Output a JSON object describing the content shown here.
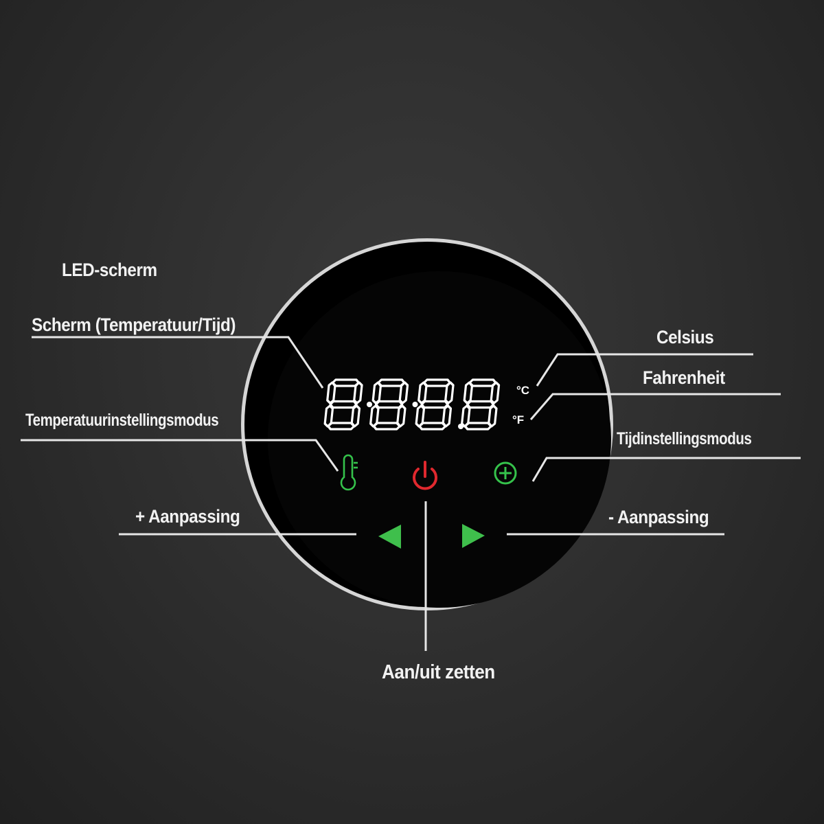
{
  "labels": {
    "led_screen": "LED-scherm",
    "screen": "Scherm (Temperatuur/Tijd)",
    "temp_mode": "Temperatuurinstellingsmodus",
    "plus_adjust": "+ Aanpassing",
    "celsius": "Celsius",
    "fahrenheit": "Fahrenheit",
    "time_mode": "Tijdinstellingsmodus",
    "minus_adjust": "- Aanpassing",
    "power": "Aan/uit zetten"
  },
  "display": {
    "digits": "8888",
    "unit_c": "°C",
    "unit_f": "°F"
  },
  "icons": {
    "temp_mode": "thermometer-icon",
    "power": "power-icon",
    "time_mode": "crosshair-clock-icon",
    "left": "left-arrow-icon",
    "right": "right-arrow-icon"
  },
  "colors": {
    "background": "#2f2f2f",
    "panel": "#000000",
    "rim": "#cfcfcf",
    "green": "#35c24b",
    "red": "#e0282e",
    "display": "#ffffff",
    "label": "#f2f2f2"
  }
}
